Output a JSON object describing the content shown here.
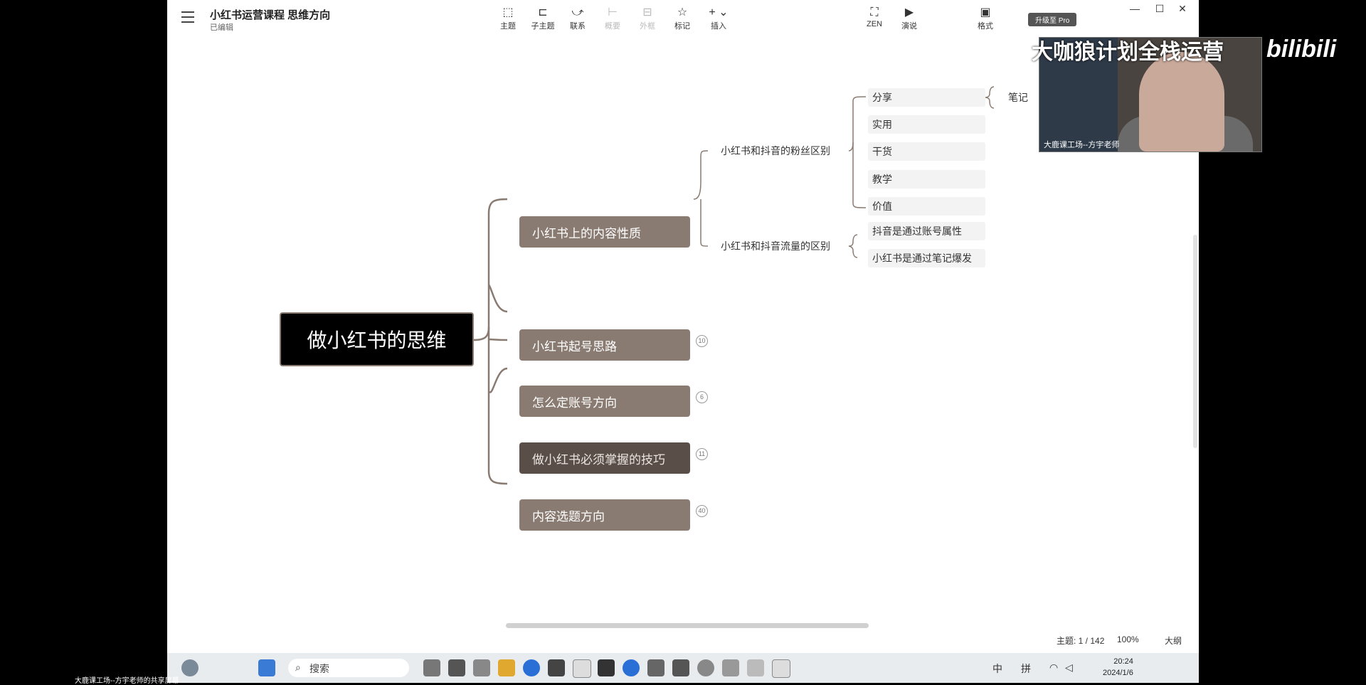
{
  "app": {
    "doc_title": "小红书运营课程 思维方向",
    "doc_status": "已编辑",
    "upgrade_label": "升级至 Pro",
    "window_controls": [
      "—",
      "☐",
      "✕"
    ]
  },
  "toolbar": {
    "items": [
      {
        "label": "主题",
        "icon": "topic-icon",
        "glyph": "⬚",
        "enabled": true
      },
      {
        "label": "子主题",
        "icon": "subtopic-icon",
        "glyph": "⊏",
        "enabled": true
      },
      {
        "label": "联系",
        "icon": "relationship-icon",
        "glyph": "⤻",
        "enabled": true
      },
      {
        "label": "概要",
        "icon": "summary-icon",
        "glyph": "⊢",
        "enabled": false
      },
      {
        "label": "外框",
        "icon": "boundary-icon",
        "glyph": "⊟",
        "enabled": false
      },
      {
        "label": "标记",
        "icon": "star-icon",
        "glyph": "☆",
        "enabled": true
      },
      {
        "label": "插入",
        "icon": "plus-icon",
        "glyph": "+ ⌄",
        "enabled": true
      }
    ],
    "right_items": [
      {
        "label": "ZEN",
        "icon": "fullscreen-icon",
        "glyph": "⛶"
      },
      {
        "label": "演说",
        "icon": "play-icon",
        "glyph": "▶"
      },
      {
        "label": "格式",
        "icon": "format-panel-icon",
        "glyph": "▣"
      }
    ]
  },
  "mindmap": {
    "root": "做小红书的思维",
    "branches": [
      {
        "label": "小红书上的内容性质",
        "badge": ""
      },
      {
        "label": "小红书起号思路",
        "badge": "10"
      },
      {
        "label": "怎么定账号方向",
        "badge": "6"
      },
      {
        "label": "做小红书必须掌握的技巧",
        "badge": "11"
      },
      {
        "label": "内容选题方向",
        "badge": "40"
      }
    ],
    "sub_topics": [
      {
        "label": "小红书和抖音的粉丝区别",
        "children": [
          "分享",
          "实用",
          "干货",
          "教学",
          "价值"
        ]
      },
      {
        "label": "小红书和抖音流量的区别",
        "children": [
          "抖音是通过账号属性",
          "小红书是通过笔记爆发"
        ]
      }
    ],
    "summary_label": "笔记"
  },
  "statusbar": {
    "topic_count": "主题: 1 / 142",
    "zoom": "100%",
    "outline": "大纲"
  },
  "video_overlay": {
    "title": "大咖狼计划全栈运营",
    "logo": "bilibili",
    "cam_caption": "大鹿课工场--方宇老师",
    "bottom_caption": "大鹿课工场--方宇老师的共享屏幕"
  },
  "taskbar": {
    "search_label": "搜索",
    "ime_1": "中",
    "ime_2": "拼",
    "time": "20:24",
    "date": "2024/1/6"
  }
}
